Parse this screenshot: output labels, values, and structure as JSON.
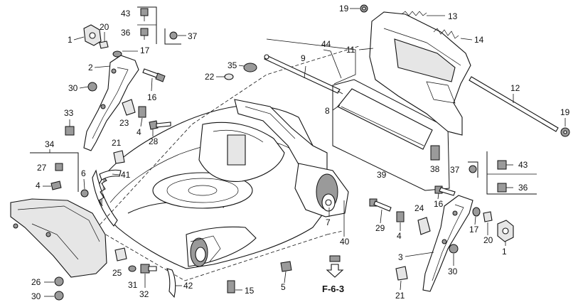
{
  "diagram": {
    "labels": {
      "l1a": "1",
      "l1b": "1",
      "l2": "2",
      "l3": "3",
      "l4a": "4",
      "l4b": "4",
      "l4c": "4",
      "l5": "5",
      "l6": "6",
      "l7": "7",
      "l8": "8",
      "l9": "9",
      "l11": "11",
      "l12": "12",
      "l13": "13",
      "l14": "14",
      "l15": "15",
      "l16a": "16",
      "l16b": "16",
      "l17a": "17",
      "l17b": "17",
      "l19a": "19",
      "l19b": "19",
      "l20a": "20",
      "l20b": "20",
      "l21a": "21",
      "l21b": "21",
      "l22": "22",
      "l23": "23",
      "l24": "24",
      "l25": "25",
      "l26": "26",
      "l27": "27",
      "l28": "28",
      "l29": "29",
      "l30a": "30",
      "l30b": "30",
      "l30c": "30",
      "l31": "31",
      "l32": "32",
      "l33": "33",
      "l34": "34",
      "l35": "35",
      "l36a": "36",
      "l36b": "36",
      "l37a": "37",
      "l37b": "37",
      "l38": "38",
      "l39": "39",
      "l40": "40",
      "l41": "41",
      "l42": "42",
      "l43a": "43",
      "l43b": "43",
      "l44": "44"
    },
    "reference": "F-6-3"
  }
}
